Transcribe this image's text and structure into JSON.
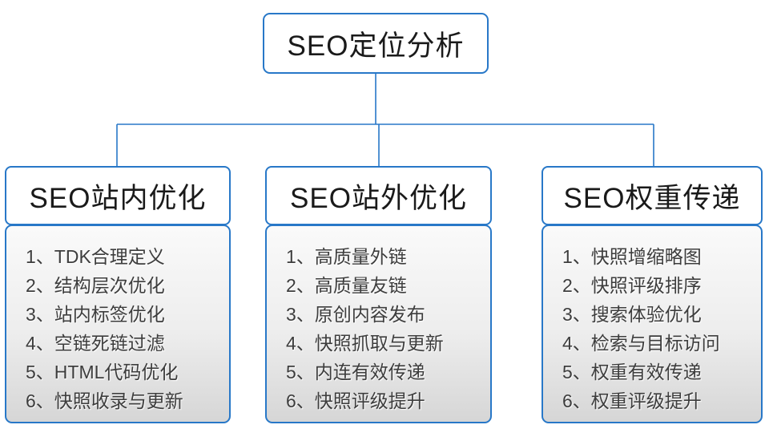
{
  "colors": {
    "accent_border": "#2878c8",
    "title_text": "#1a1a1a",
    "item_text": "#3d3d3d",
    "list_gradient_top": "#fafafa",
    "list_gradient_bottom": "#d6d6d6"
  },
  "root": {
    "title": "SEO定位分析"
  },
  "branches": [
    {
      "title": "SEO站内优化",
      "items": [
        "1、TDK合理定义",
        "2、结构层次优化",
        "3、站内标签优化",
        "4、空链死链过滤",
        "5、HTML代码优化",
        "6、快照收录与更新"
      ]
    },
    {
      "title": "SEO站外优化",
      "items": [
        "1、高质量外链",
        "2、高质量友链",
        "3、原创内容发布",
        "4、快照抓取与更新",
        "5、内连有效传递",
        "6、快照评级提升"
      ]
    },
    {
      "title": "SEO权重传递",
      "items": [
        "1、快照增缩略图",
        "2、快照评级排序",
        "3、搜索体验优化",
        "4、检索与目标访问",
        "5、权重有效传递",
        "6、权重评级提升"
      ]
    }
  ]
}
